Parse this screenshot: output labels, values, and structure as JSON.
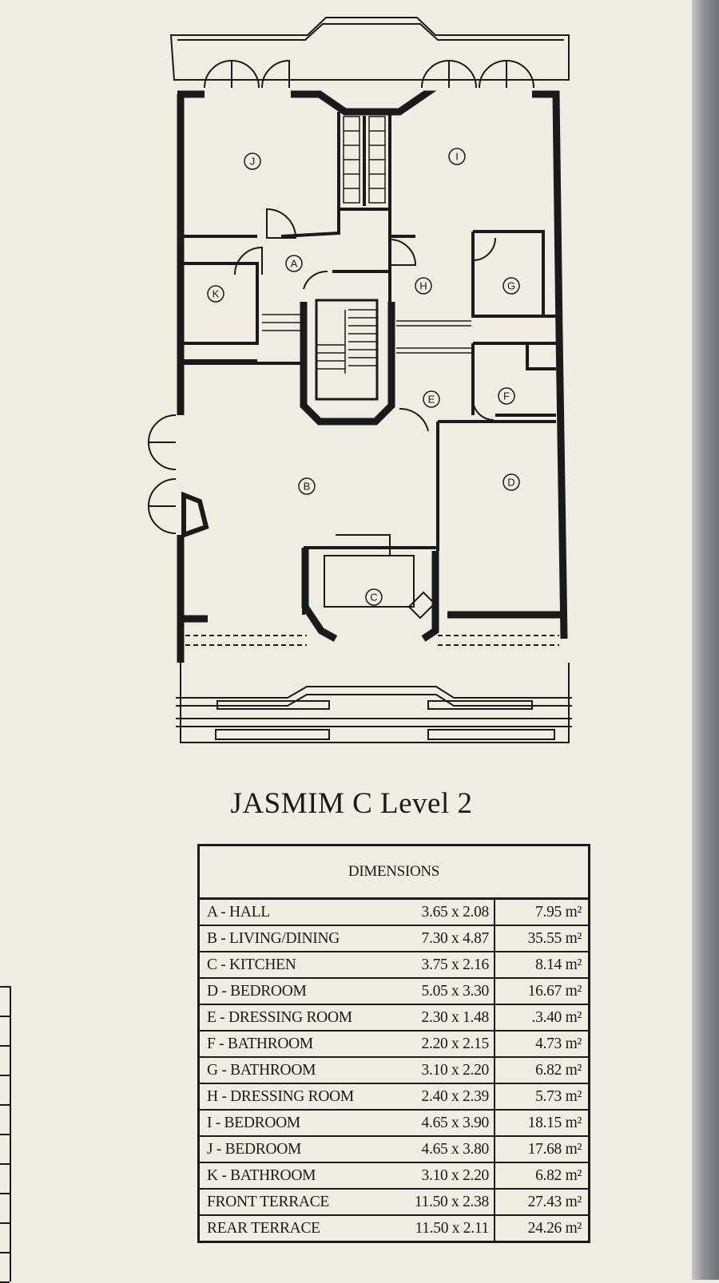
{
  "plan": {
    "room_labels": [
      "A",
      "B",
      "C",
      "D",
      "E",
      "F",
      "G",
      "H",
      "I",
      "J",
      "K"
    ]
  },
  "title": "JASMIM C Level 2",
  "table": {
    "header": "DIMENSIONS",
    "rows": [
      {
        "room": "A - HALL",
        "size": "3.65 x 2.08",
        "area": "7.95 m²"
      },
      {
        "room": "B - LIVING/DINING",
        "size": "7.30 x 4.87",
        "area": "35.55 m²"
      },
      {
        "room": "C - KITCHEN",
        "size": "3.75 x 2.16",
        "area": "8.14 m²"
      },
      {
        "room": "D - BEDROOM",
        "size": "5.05 x 3.30",
        "area": "16.67 m²"
      },
      {
        "room": "E - DRESSING ROOM",
        "size": "2.30 x 1.48",
        "area": ".3.40 m²"
      },
      {
        "room": "F - BATHROOM",
        "size": "2.20 x 2.15",
        "area": "4.73 m²"
      },
      {
        "room": "G - BATHROOM",
        "size": "3.10 x 2.20",
        "area": "6.82 m²"
      },
      {
        "room": "H - DRESSING ROOM",
        "size": "2.40 x 2.39",
        "area": "5.73 m²"
      },
      {
        "room": "I - BEDROOM",
        "size": "4.65 x 3.90",
        "area": "18.15 m²"
      },
      {
        "room": "J - BEDROOM",
        "size": "4.65 x 3.80",
        "area": "17.68 m²"
      },
      {
        "room": "K - BATHROOM",
        "size": "3.10 x 2.20",
        "area": "6.82 m²"
      },
      {
        "room": "FRONT TERRACE",
        "size": "11.50 x 2.38",
        "area": "27.43 m²"
      },
      {
        "room": "REAR TERRACE",
        "size": "11.50 x 2.11",
        "area": "24.26 m²"
      }
    ]
  }
}
